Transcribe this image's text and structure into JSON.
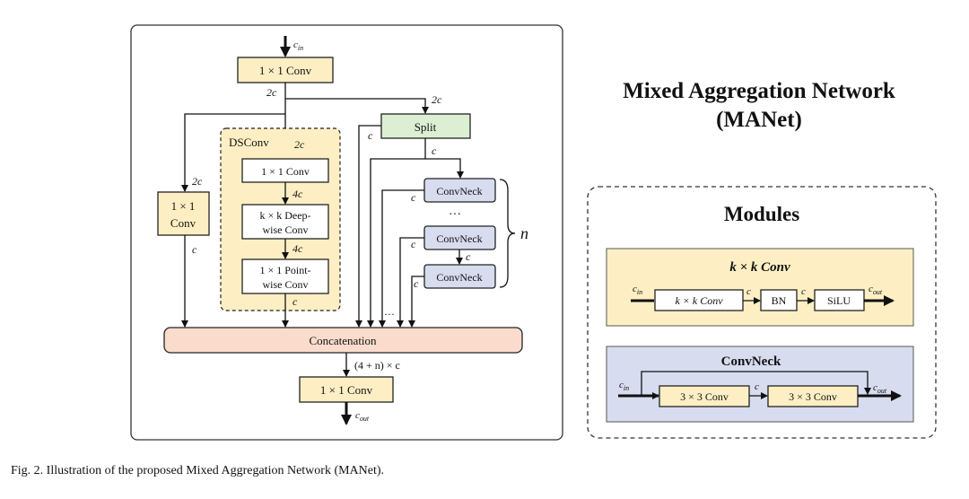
{
  "main": {
    "input_label": "c_in",
    "output_label": "c_out",
    "conv_top": "1 × 1  Conv",
    "conv_bottom": "1 × 1  Conv",
    "split_2c_left": "2c",
    "split_2c_right": "2c",
    "branch1": {
      "line1": "1 × 1",
      "line2": "Conv",
      "in_label": "2c",
      "out_label": "c"
    },
    "dsconv": {
      "title": "DSConv",
      "in_label": "2c",
      "box1": "1 × 1  Conv",
      "mid1": "4c",
      "box2_line1": "k × k  Deep-",
      "box2_line2": "wise Conv",
      "mid2": "4c",
      "box3_line1": "1 × 1  Point-",
      "box3_line2": "wise Conv",
      "out_label": "c"
    },
    "split": {
      "label": "Split",
      "left_label": "c",
      "down_label": "c"
    },
    "convneck_label": "ConvNeck",
    "convneck_labels": [
      "c",
      "c",
      "c",
      "c"
    ],
    "dots": "···",
    "dots_bottom": "···",
    "n_label": "n",
    "concat_label": "Concatenation",
    "concat_out_label": "(4 + n) × c"
  },
  "title": {
    "line1": "Mixed Aggregation Network",
    "line2": "(MANet)"
  },
  "modules": {
    "title": "Modules",
    "kconv": {
      "title": "k × k  Conv",
      "in": "c_in",
      "box1": "k × k Conv",
      "c1": "c",
      "box2": "BN",
      "c2": "c",
      "box3": "SiLU",
      "out": "c_out"
    },
    "convneck": {
      "title": "ConvNeck",
      "in": "c_in",
      "box1": "3 × 3 Conv",
      "c1": "c",
      "box2": "3 × 3 Conv",
      "out": "c_out"
    }
  },
  "caption": "Fig. 2.  Illustration of the proposed Mixed Aggregation Network (MANet).",
  "colors": {
    "yellow": "#fdefc3",
    "green": "#dcefd3",
    "blue": "#d7dcef",
    "pink": "#fbdccc",
    "border": "#222222"
  }
}
